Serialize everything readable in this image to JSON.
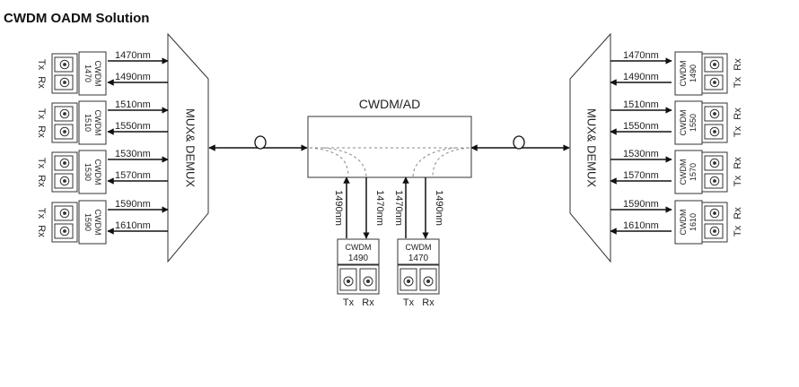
{
  "title": "CWDM OADM Solution",
  "mux_label": "MUX& DEMUX",
  "oadm_label": "CWDM/AD",
  "module_prefix": "CWDM",
  "tx_label": "Tx",
  "rx_label": "Rx",
  "left_channels": [
    {
      "module": "1470",
      "tx": "1470nm",
      "rx": "1490nm"
    },
    {
      "module": "1510",
      "tx": "1510nm",
      "rx": "1550nm"
    },
    {
      "module": "1530",
      "tx": "1530nm",
      "rx": "1570nm"
    },
    {
      "module": "1590",
      "tx": "1590nm",
      "rx": "1610nm"
    }
  ],
  "right_channels": [
    {
      "module": "1490",
      "tx": "1470nm",
      "rx": "1490nm"
    },
    {
      "module": "1550",
      "tx": "1510nm",
      "rx": "1550nm"
    },
    {
      "module": "1570",
      "tx": "1530nm",
      "rx": "1570nm"
    },
    {
      "module": "1610",
      "tx": "1590nm",
      "rx": "1610nm"
    }
  ],
  "drop_modules": [
    {
      "module": "1490",
      "up_label": "1490nm",
      "down_label": "1470nm"
    },
    {
      "module": "1470",
      "up_label": "1470nm",
      "down_label": "1490nm"
    }
  ]
}
